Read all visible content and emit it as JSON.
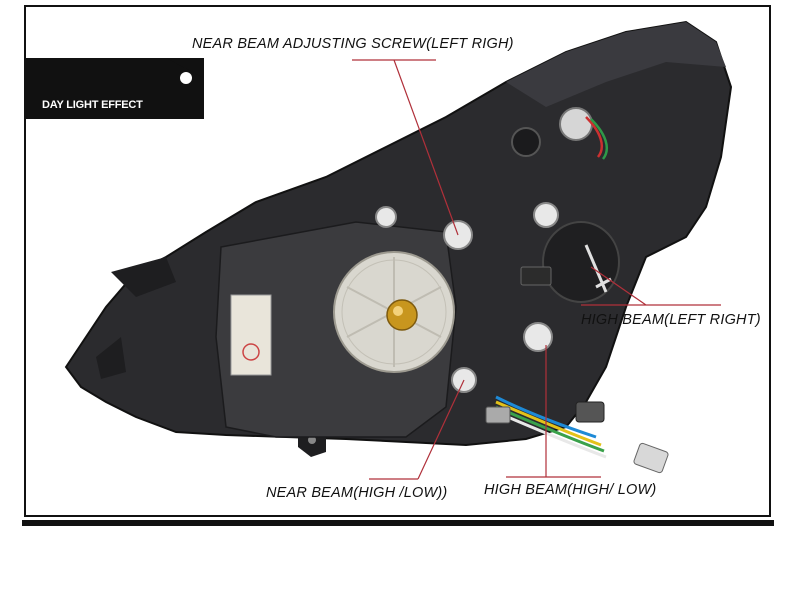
{
  "badge": {
    "text": "DAY LIGHT EFFECT"
  },
  "callouts": {
    "adjusting_screw": "NEAR BEAM ADJUSTING SCREW(LEFT RIGH)",
    "high_beam_lr": "HIGH BEAM(LEFT RIGHT)",
    "near_beam_hl": "NEAR BEAM(HIGH /LOW))",
    "high_beam_hl": "HIGH BEAM(HIGH/ LOW)"
  },
  "colors": {
    "frame": "#111111",
    "leader": "#b0303a",
    "badge": "#111111",
    "housing": "#2b2b2e"
  }
}
